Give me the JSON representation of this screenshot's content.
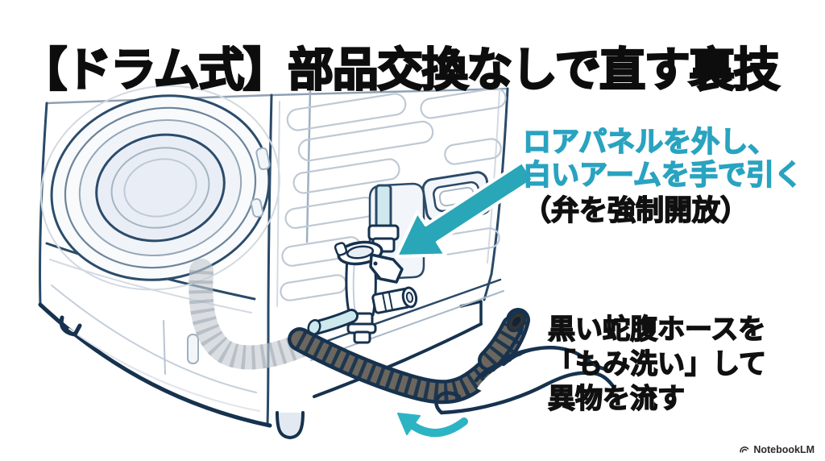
{
  "title": {
    "text": "【ドラム式】部品交換なしで直す裏技"
  },
  "annotations": {
    "valve": {
      "line1": "ロアパネルを外し、",
      "line2": "白いアームを手で引く",
      "note": "（弁を強制開放）"
    },
    "hose": {
      "line1": "黒い蛇腹ホースを",
      "line2": "「もみ洗い」して",
      "line3": "異物を流す"
    }
  },
  "colors": {
    "accent_text": "#29a3c0",
    "pointer_arrow": "#29a6b8",
    "massage_arrow": "#2db4c4",
    "line_art": "#16324e",
    "hose_fill": "#6b665e",
    "pipe_cyan": "#cde9ee",
    "background": "#ffffff",
    "text": "#0d0d0d"
  },
  "icons": {
    "pointer_arrow": "big-teal-arrow-pointing-down-left-at-white-arm",
    "massage_arrow": "teal-curved-arrow-under-hose",
    "watermark_logo": "notebooklm-arc-logo"
  },
  "watermark": {
    "text": "NotebookLM"
  }
}
